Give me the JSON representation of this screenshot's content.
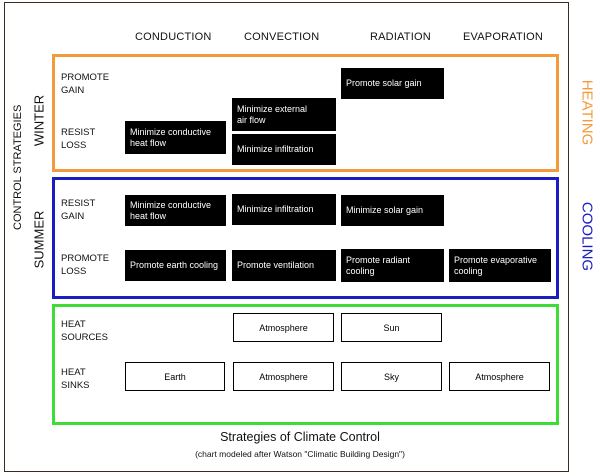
{
  "columns": {
    "conduction": "CONDUCTION",
    "convection": "CONVECTION",
    "radiation": "RADIATION",
    "evaporation": "EVAPORATION"
  },
  "left_labels": {
    "control_strategies": "CONTROL STRATEGIES",
    "winter": "WINTER",
    "summer": "SUMMER"
  },
  "right_labels": {
    "heating": "HEATING",
    "cooling": "COOLING"
  },
  "colors": {
    "heating": "#f39a3c",
    "cooling": "#1a1ec0",
    "sources_sinks": "#3ddc37",
    "strategy_box": "#000000"
  },
  "winter": {
    "promote_gain": "PROMOTE\nGAIN",
    "resist_loss": "RESIST\nLOSS",
    "promote_solar_gain": "Promote solar gain",
    "minimize_external_air_flow": "Minimize external\nair flow",
    "minimize_conductive_heat_flow": "Minimize conductive\nheat flow",
    "minimize_infiltration": "Minimize infiltration"
  },
  "summer": {
    "resist_gain": "RESIST\nGAIN",
    "promote_loss": "PROMOTE\nLOSS",
    "minimize_conductive_heat_flow": "Minimize conductive\nheat flow",
    "minimize_infiltration": "Minimize infiltration",
    "minimize_solar_gain": "Minimize solar gain",
    "promote_earth_cooling": "Promote earth cooling",
    "promote_ventilation": "Promote ventilation",
    "promote_radiant_cooling": "Promote radiant\ncooling",
    "promote_evaporative_cooling": "Promote evaporative\ncooling"
  },
  "heat": {
    "sources_label": "HEAT\nSOURCES",
    "sinks_label": "HEAT\nSINKS",
    "sources": {
      "convection": "Atmosphere",
      "radiation": "Sun"
    },
    "sinks": {
      "conduction": "Earth",
      "convection": "Atmosphere",
      "radiation": "Sky",
      "evaporation": "Atmosphere"
    }
  },
  "caption": {
    "title": "Strategies of Climate Control",
    "subtitle": "(chart modeled after Watson \"Climatic Building Design\")"
  }
}
